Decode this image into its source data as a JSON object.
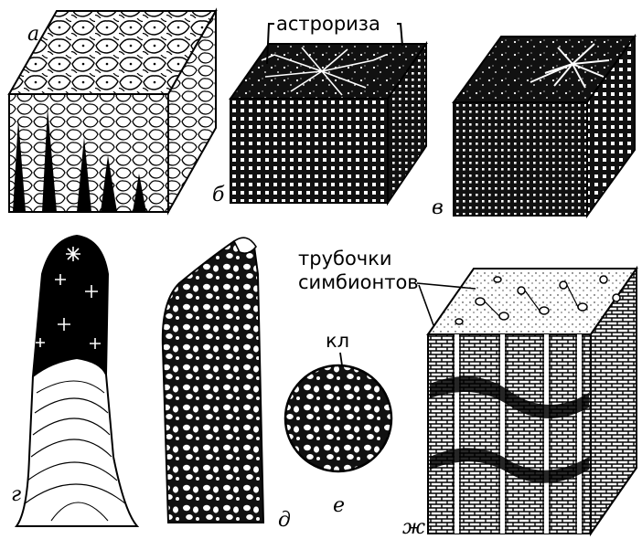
{
  "panels": {
    "a": "а",
    "b": "б",
    "v": "в",
    "g": "г",
    "d": "д",
    "e": "е",
    "zh": "ж"
  },
  "labels": {
    "astrorhiza": "астрориза",
    "tubes_line1": "трубочки",
    "tubes_line2": "симбионтов",
    "kl": "кл"
  },
  "colors": {
    "ink": "#000000",
    "paper": "#ffffff",
    "texture_dark": "#141414",
    "texture_light": "#f2f2f2"
  }
}
